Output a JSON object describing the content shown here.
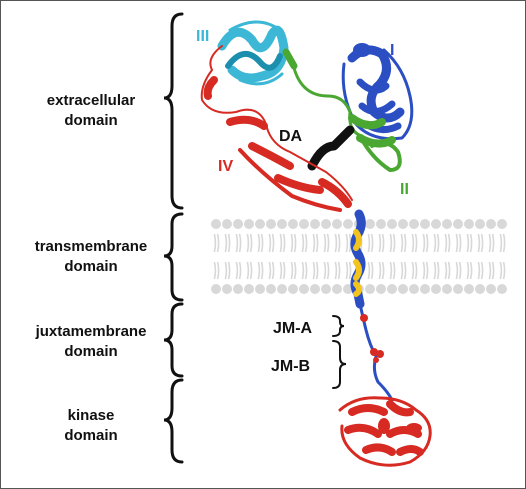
{
  "domains": {
    "extracellular": [
      "extracellular",
      "domain"
    ],
    "transmembrane": [
      "transmembrane",
      "domain"
    ],
    "juxtamembrane": [
      "juxtamembrane",
      "domain"
    ],
    "kinase": [
      "kinase",
      "domain"
    ]
  },
  "regions": {
    "I": "I",
    "II": "II",
    "III": "III",
    "IV": "IV",
    "DA": "DA",
    "JMA": "JM-A",
    "JMB": "JM-B"
  },
  "colors": {
    "domain_I": "#2b4fc2",
    "domain_II": "#4aa832",
    "domain_III": "#3cb8d6",
    "domain_IV": "#d62a22",
    "DA": "#111111",
    "membrane": "#d8d8d8",
    "tm_helix": "#f2c41d",
    "kinase": "#d62a22"
  }
}
